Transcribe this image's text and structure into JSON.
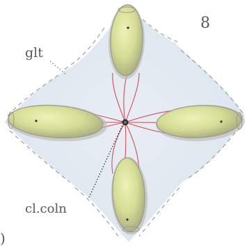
{
  "figure": {
    "number": "8",
    "labels": {
      "glt": "glt",
      "cl_coln": "cl.coln",
      "edge_mark": ")"
    }
  },
  "colors": {
    "background": "#ffffff",
    "gelatinous_sheath": "#dfe8f0",
    "sheath_outline": "#8c8f92",
    "cell_body": "#d8df9a",
    "cell_outline": "#9a9890",
    "cell_shadow": "#b7b7ae",
    "stalk": "#d24d5a",
    "center": "#2c3430",
    "label_text": "#555a58"
  }
}
